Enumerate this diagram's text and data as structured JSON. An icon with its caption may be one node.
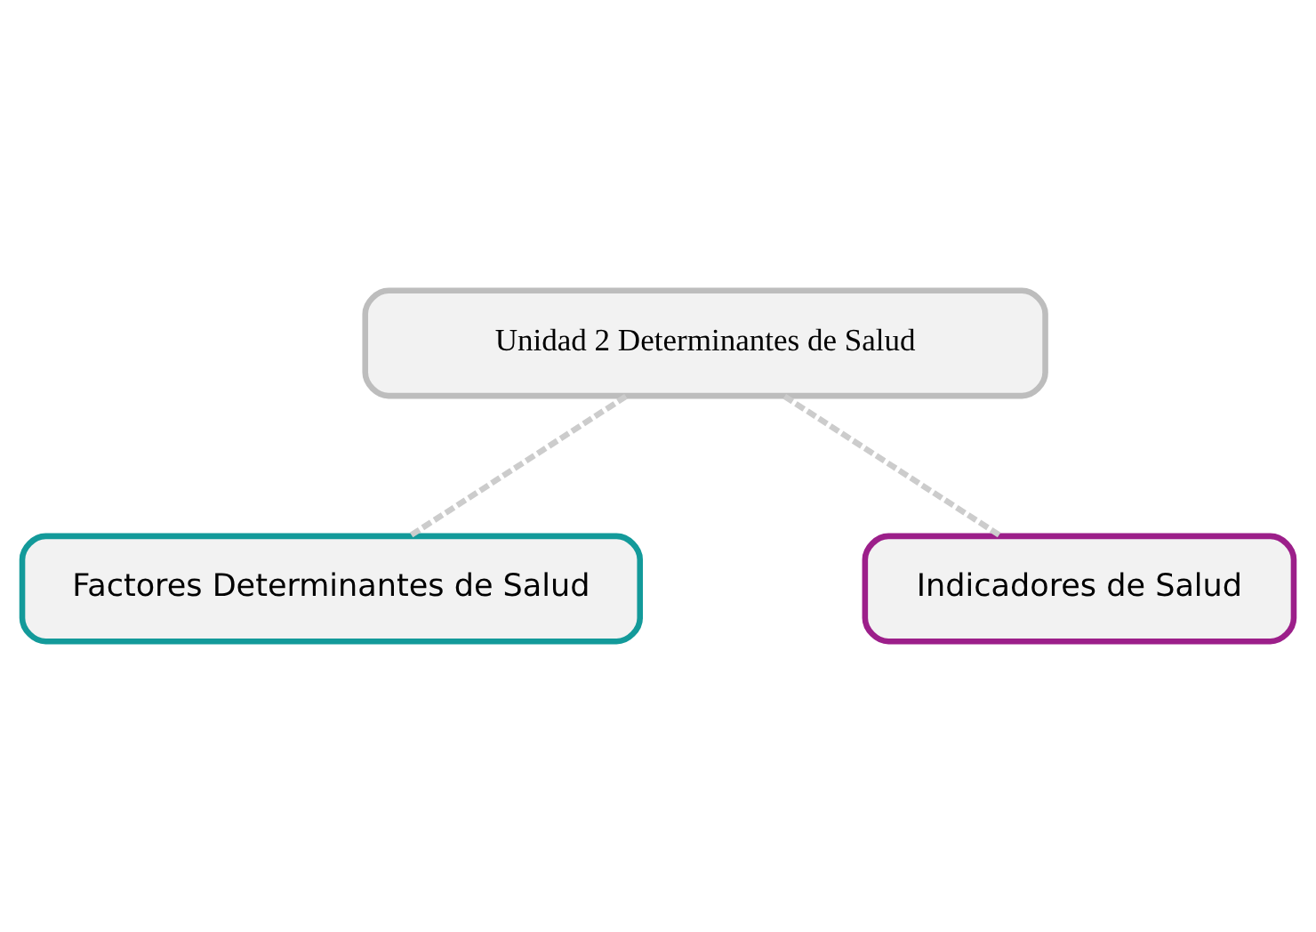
{
  "diagram": {
    "nodes": [
      {
        "text": [
          "Unidad 2 Determinantes de Salud"
        ]
      },
      {
        "text": [
          "Factores Determinantes de Salud"
        ]
      },
      {
        "text": [
          "Indicadores de Salud"
        ]
      }
    ],
    "edges": [
      {
        "from": 0,
        "to": 1,
        "arrow": "none",
        "style": "dashed"
      },
      {
        "from": 0,
        "to": 2,
        "arrow": "none",
        "style": "dashed"
      }
    ]
  }
}
